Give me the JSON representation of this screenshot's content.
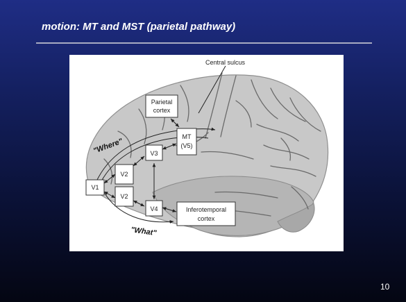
{
  "slide": {
    "title": "motion: MT and MST (parietal pathway)",
    "page_number": "10"
  },
  "figure": {
    "labels": {
      "central_sulcus": "Central sulcus",
      "parietal_line1": "Parietal",
      "parietal_line2": "cortex",
      "mt_line1": "MT",
      "mt_line2": "(V5)",
      "v3": "V3",
      "v2_upper": "V2",
      "v2_lower": "V2",
      "v1": "V1",
      "v4": "V4",
      "infero_line1": "Inferotemporal",
      "infero_line2": "cortex",
      "where": "\"Where\"",
      "what": "\"What\""
    }
  }
}
